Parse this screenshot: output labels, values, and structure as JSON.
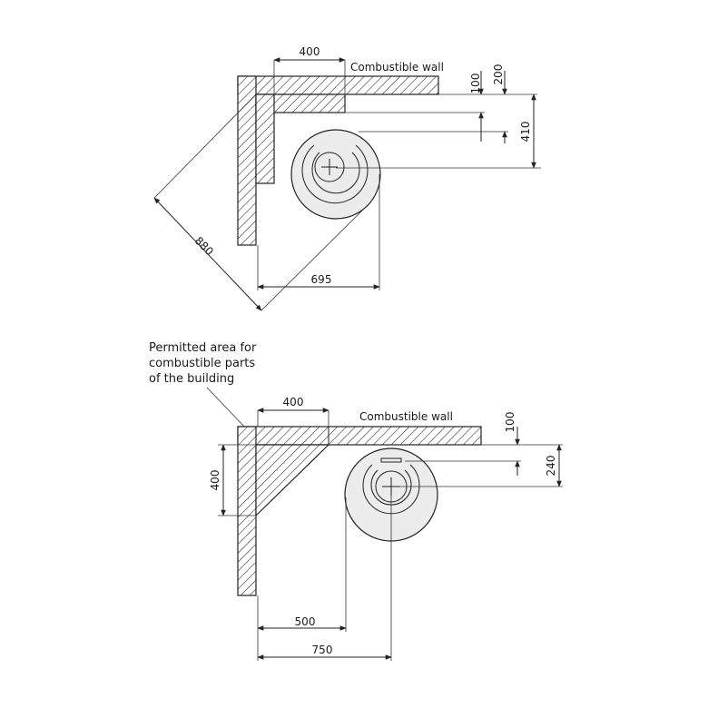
{
  "top": {
    "wall_label": "Combustible wall",
    "dims": {
      "width_top": "400",
      "offset_100": "100",
      "offset_200": "200",
      "offset_410": "410",
      "diagonal": "880",
      "horizontal": "695"
    }
  },
  "bottom": {
    "note_lines": [
      "Permitted area for",
      "combustible parts",
      "of the building"
    ],
    "wall_label": "Combustible wall",
    "dims": {
      "width_top": "400",
      "side_left": "400",
      "offset_100": "100",
      "offset_240": "240",
      "horizontal_500": "500",
      "horizontal_750": "750"
    }
  },
  "colors": {
    "line": "#222222",
    "stove_fill": "#ececec",
    "background": "#ffffff"
  }
}
